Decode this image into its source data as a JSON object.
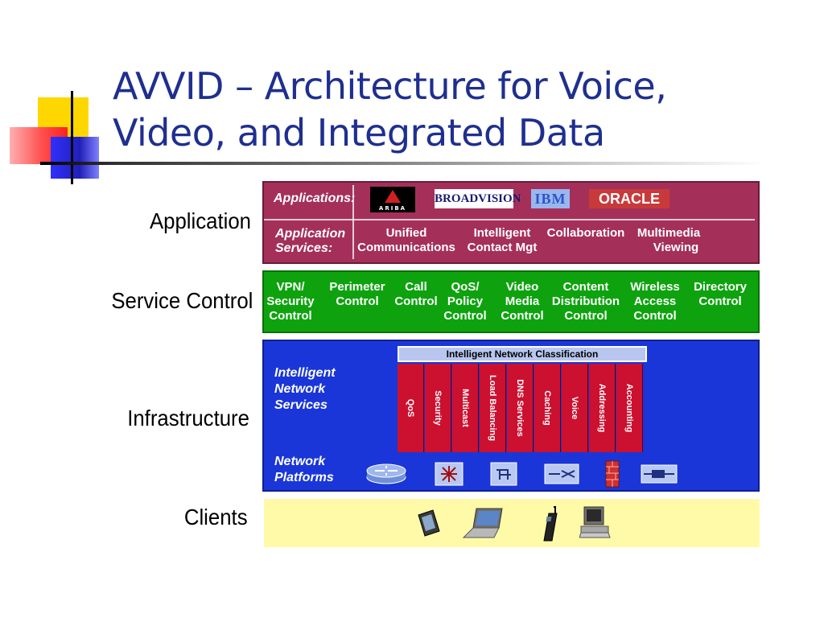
{
  "slide": {
    "title_line1": "AVVID – Architecture for Voice,",
    "title_line2": "Video, and Integrated Data"
  },
  "layers": {
    "application": "Application",
    "service_control": "Service Control",
    "infrastructure": "Infrastructure",
    "clients": "Clients"
  },
  "application_band": {
    "applications_label": "Applications:",
    "services_label_line1": "Application",
    "services_label_line2": "Services:",
    "logos": {
      "ariba": "ARIBA",
      "broadvision": "BROADVISION",
      "ibm": "IBM",
      "oracle": "ORACLE"
    },
    "services": [
      {
        "l1": "Unified",
        "l2": "Communications"
      },
      {
        "l1": "Intelligent",
        "l2": "Contact Mgt"
      },
      {
        "l1": "Collaboration",
        "l2": ""
      },
      {
        "l1": "Multimedia",
        "l2": "Viewing"
      }
    ]
  },
  "service_control_band": {
    "items": [
      {
        "l1": "VPN/",
        "l2": "Security",
        "l3": "Control"
      },
      {
        "l1": "Perimeter",
        "l2": "Control",
        "l3": ""
      },
      {
        "l1": "Call",
        "l2": "Control",
        "l3": ""
      },
      {
        "l1": "QoS/",
        "l2": "Policy",
        "l3": "Control"
      },
      {
        "l1": "Video",
        "l2": "Media",
        "l3": "Control"
      },
      {
        "l1": "Content",
        "l2": "Distribution",
        "l3": "Control"
      },
      {
        "l1": "Wireless",
        "l2": "Access",
        "l3": "Control"
      },
      {
        "l1": "Directory",
        "l2": "Control",
        "l3": ""
      }
    ]
  },
  "infrastructure_band": {
    "ins_line1": "Intelligent",
    "ins_line2": "Network",
    "ins_line3": "Services",
    "platforms_line1": "Network",
    "platforms_line2": "Platforms",
    "classification": "Intelligent Network Classification",
    "services": [
      "QoS",
      "Security",
      "Multicast",
      "Load Balancing",
      "DNS Services",
      "Caching",
      "Voice",
      "Addressing",
      "Accounting"
    ],
    "platform_icons": [
      "router-icon",
      "switch-icon",
      "gateway-icon",
      "access-server-icon",
      "firewall-icon",
      "pix-icon"
    ]
  },
  "clients_band": {
    "client_icons": [
      "pda-icon",
      "laptop-icon",
      "mobile-phone-icon",
      "desktop-pc-icon"
    ]
  },
  "colors": {
    "title": "#1f2f8f",
    "application": "#a4305a",
    "service_control": "#0ea30e",
    "infrastructure": "#1a36d8",
    "service_column": "#cc1030",
    "clients": "#fffaa8"
  }
}
